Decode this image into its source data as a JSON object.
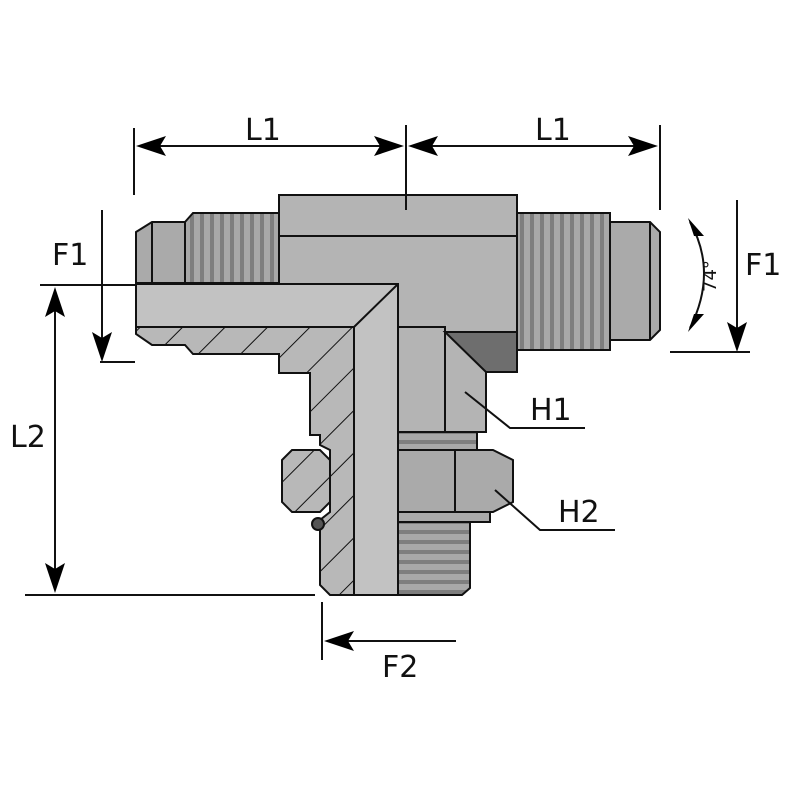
{
  "title": "Tee fitting with flare ends and adjustable stud end",
  "labels": {
    "l1_left": "L1",
    "l1_right": "L1",
    "f1_left": "F1",
    "f1_right": "F1",
    "angle": "74°",
    "l2": "L2",
    "h1": "H1",
    "h2": "H2",
    "f2": "F2"
  },
  "colors": {
    "body": "#b4b4b4",
    "thread": "#8c8c8c",
    "dark": "#6e6e6e",
    "line": "#111111"
  }
}
